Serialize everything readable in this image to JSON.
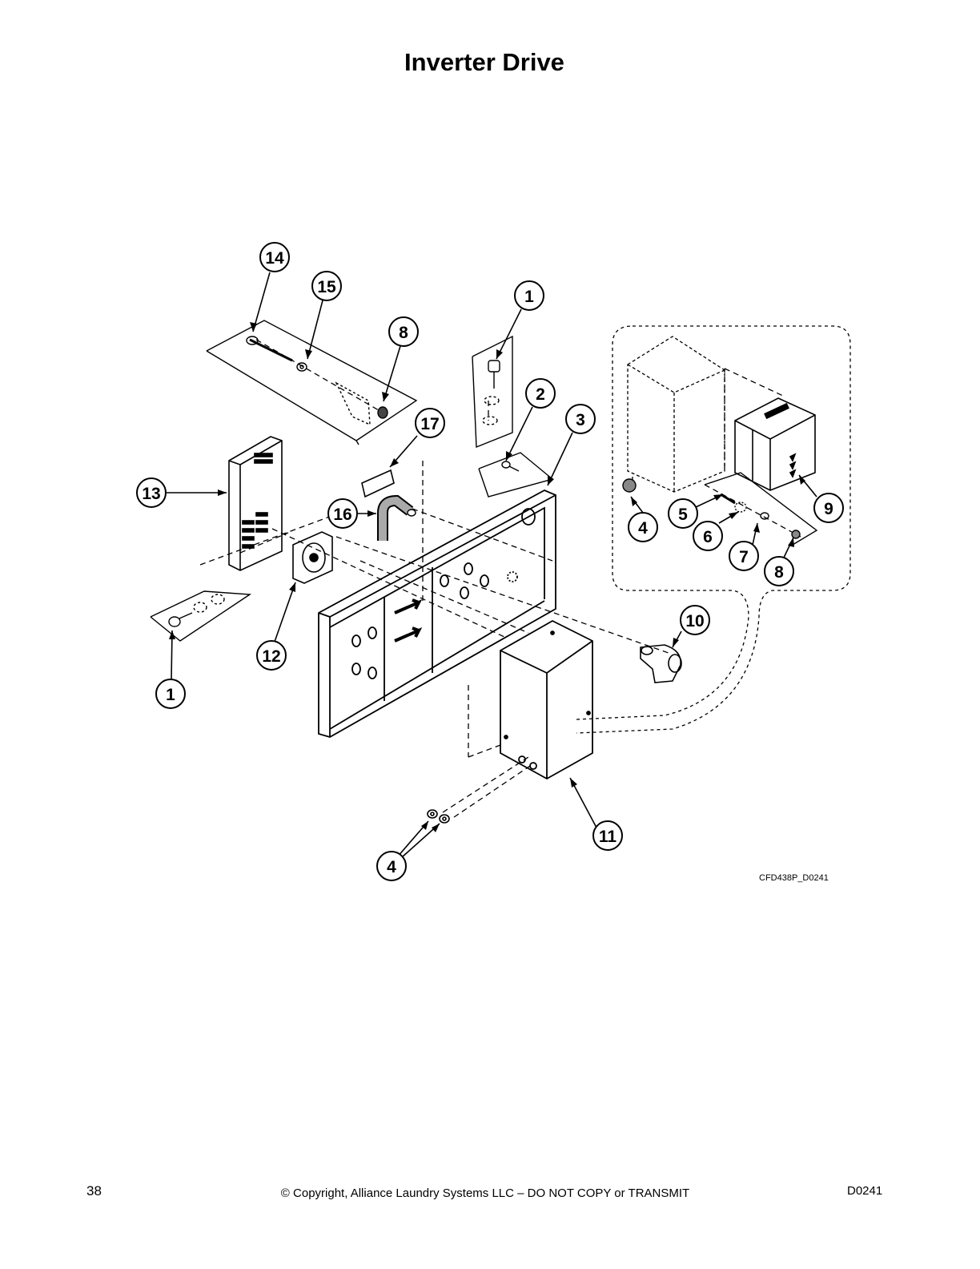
{
  "page": {
    "title": "Inverter Drive",
    "drawing_ref": "CFD438P_D0241",
    "page_number": "38",
    "copyright": "© Copyright, Alliance Laundry Systems LLC – DO NOT COPY or TRANSMIT",
    "doc_code": "D0241"
  },
  "callouts": [
    "14",
    "15",
    "8",
    "1",
    "17",
    "2",
    "3",
    "13",
    "16",
    "12",
    "1",
    "4",
    "5",
    "6",
    "9",
    "7",
    "8",
    "10",
    "11",
    "4"
  ]
}
